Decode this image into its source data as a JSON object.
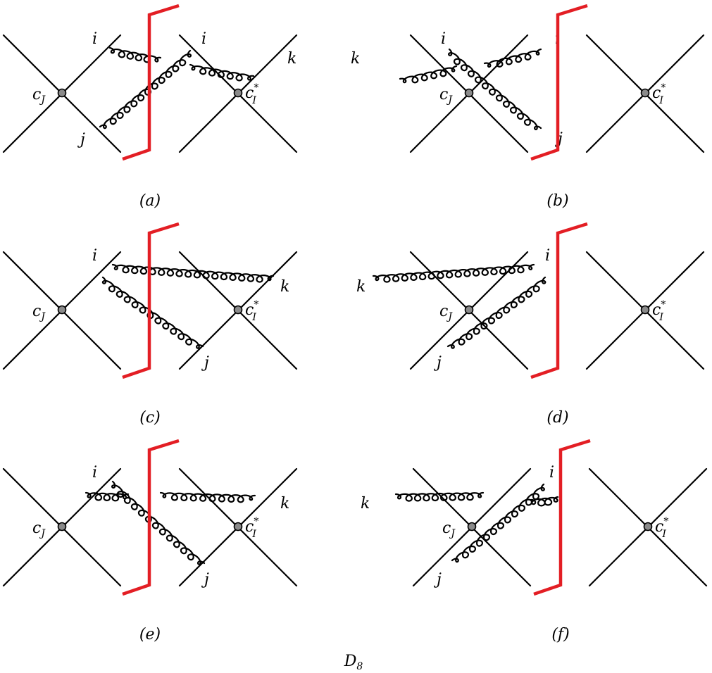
{
  "title": {
    "main": "D",
    "sub": "8"
  },
  "labels": {
    "i": "i",
    "j": "j",
    "k": "k",
    "cJ_main": "c",
    "cJ_sub": "J",
    "cI_main": "c",
    "cI_sub": "I",
    "cI_sup": "*"
  },
  "colors": {
    "cut": "#e31e24",
    "line": "#000000",
    "vertex": "#8a8a8a"
  },
  "panels": [
    {
      "id": "a",
      "caption": "(a)"
    },
    {
      "id": "b",
      "caption": "(b)"
    },
    {
      "id": "c",
      "caption": "(c)"
    },
    {
      "id": "d",
      "caption": "(d)"
    },
    {
      "id": "e",
      "caption": "(e)"
    },
    {
      "id": "f",
      "caption": "(f)"
    }
  ]
}
